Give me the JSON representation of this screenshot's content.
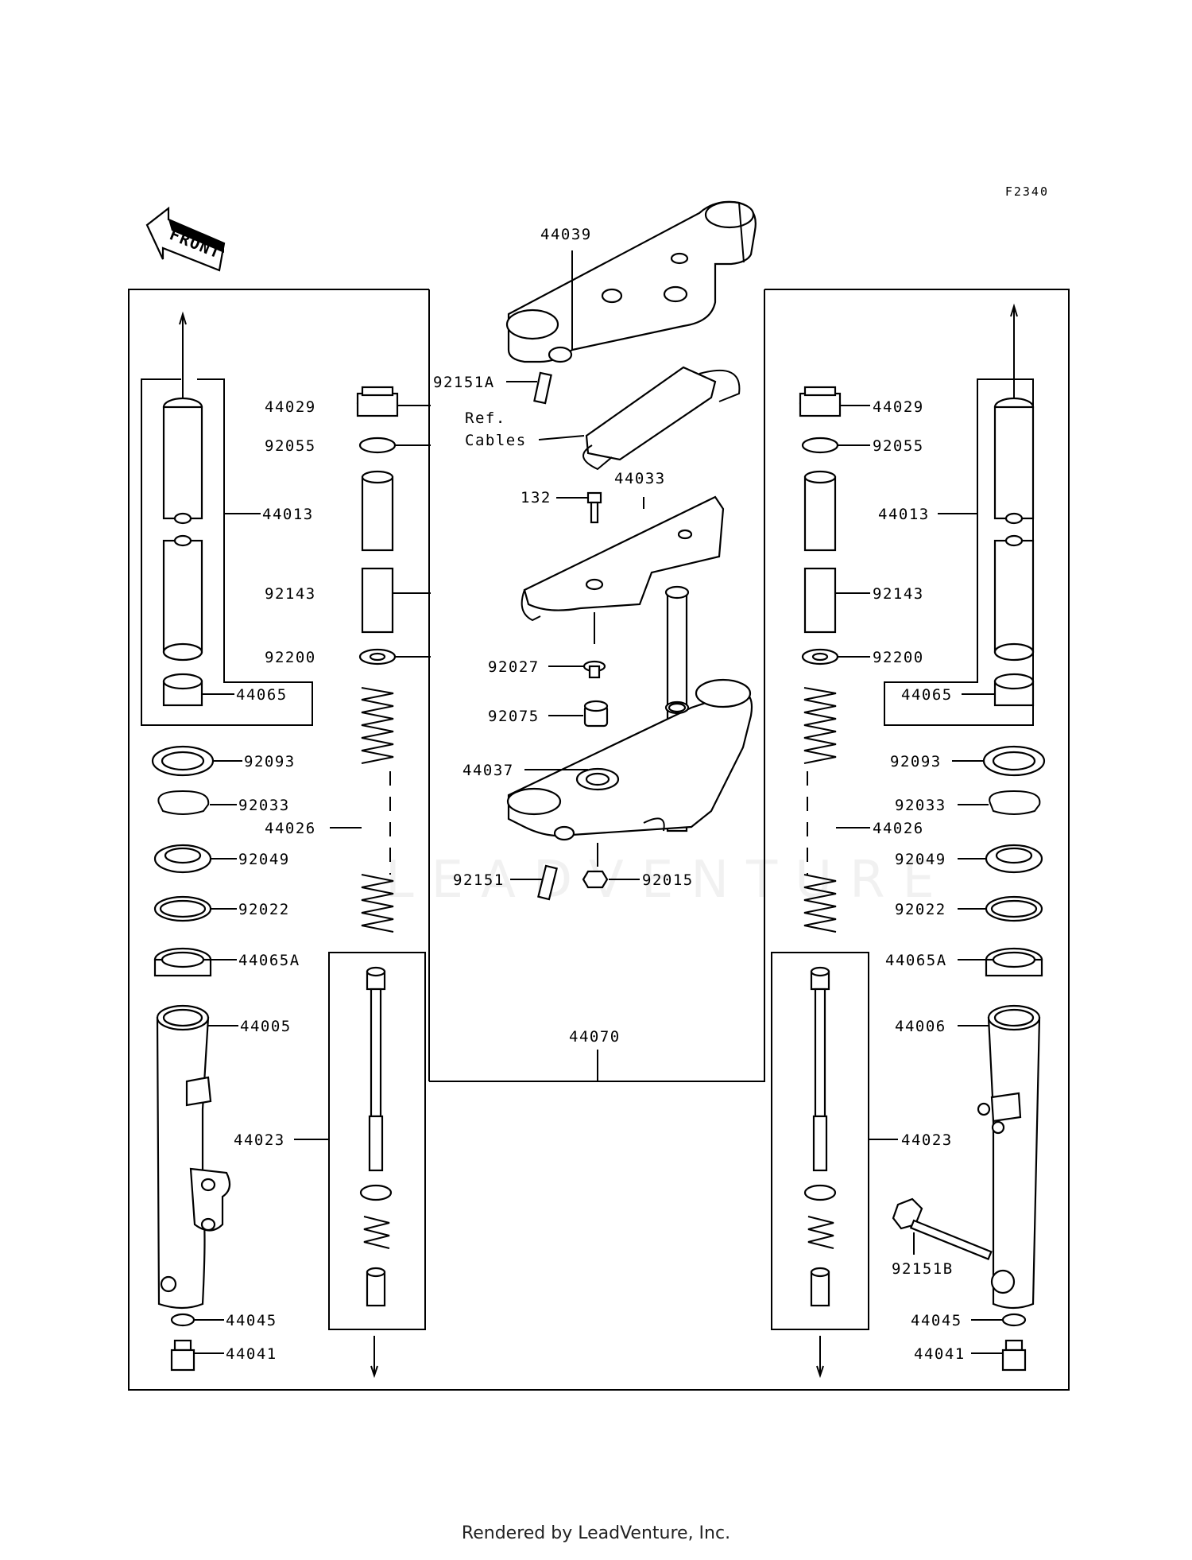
{
  "diagram_code": "F2340",
  "front_label": "FRONT",
  "watermark": "LEADVENTURE",
  "footer": "Rendered by LeadVenture, Inc.",
  "labels": {
    "p44039": "44039",
    "p92151A": "92151A",
    "ref_cables_1": "Ref.",
    "ref_cables_2": "Cables",
    "p44033": "44033",
    "p132": "132",
    "p92027": "92027",
    "p92075": "92075",
    "p44037": "44037",
    "p92151": "92151",
    "p92015": "92015",
    "p44070": "44070",
    "left": {
      "p44029": "44029",
      "p92055": "92055",
      "p44013": "44013",
      "p92143": "92143",
      "p92200": "92200",
      "p44065": "44065",
      "p92093": "92093",
      "p92033": "92033",
      "p44026": "44026",
      "p92049": "92049",
      "p92022": "92022",
      "p44065A": "44065A",
      "p44005": "44005",
      "p44023": "44023",
      "p44045": "44045",
      "p44041": "44041"
    },
    "right": {
      "p44029": "44029",
      "p92055": "92055",
      "p44013": "44013",
      "p92143": "92143",
      "p92200": "92200",
      "p44065": "44065",
      "p92093": "92093",
      "p92033": "92033",
      "p44026": "44026",
      "p92049": "92049",
      "p92022": "92022",
      "p44065A": "44065A",
      "p44006": "44006",
      "p44023": "44023",
      "p92151B": "92151B",
      "p44045": "44045",
      "p44041": "44041"
    }
  }
}
